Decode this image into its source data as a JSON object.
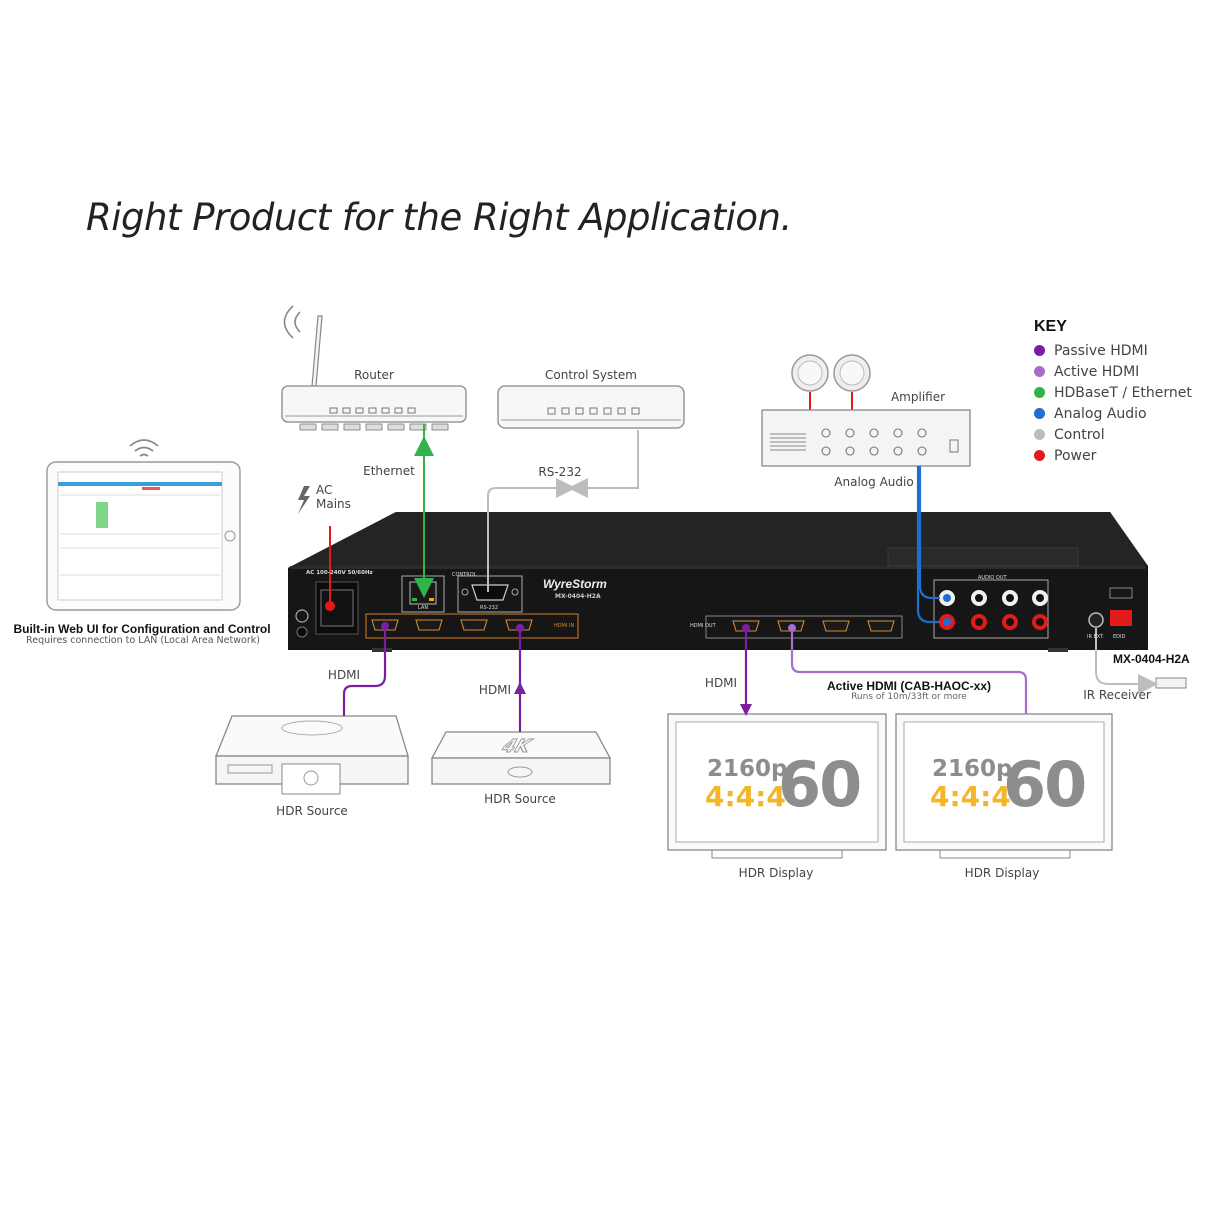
{
  "title": "Right Product for the Right Application.",
  "key": {
    "heading": "KEY",
    "items": [
      {
        "label": "Passive HDMI",
        "color": "#7b1fa2"
      },
      {
        "label": "Active HDMI",
        "color": "#a76cd0"
      },
      {
        "label": "HDBaseT / Ethernet",
        "color": "#2fb34a"
      },
      {
        "label": "Analog Audio",
        "color": "#1e6fd0"
      },
      {
        "label": "Control",
        "color": "#bdbdbd"
      },
      {
        "label": "Power",
        "color": "#e21a1a"
      }
    ]
  },
  "devices": {
    "router": "Router",
    "control_system": "Control System",
    "amplifier": "Amplifier",
    "hdr_source_1": "HDR Source",
    "hdr_source_2": "HDR Source",
    "hdr_display_1": "HDR Display",
    "hdr_display_2": "HDR Display",
    "ir_receiver": "IR Receiver"
  },
  "tablet": {
    "title": "Built-in Web UI for Configuration and Control",
    "subtitle": "Requires connection to LAN (Local Area Network)"
  },
  "connections": {
    "ethernet": "Ethernet",
    "rs232": "RS-232",
    "analog_audio": "Analog Audio",
    "ac_mains_1": "AC",
    "ac_mains_2": "Mains",
    "hdmi_in_1": "HDMI",
    "hdmi_in_2": "HDMI",
    "hdmi_out": "HDMI",
    "active_hdmi": "Active HDMI (CAB-HAOC-xx)",
    "active_hdmi_note": "Runs of 10m/33ft or more"
  },
  "matrix": {
    "brand": "WyreStorm",
    "model": "MX-0404-H2A",
    "model_callout": "MX-0404-H2A",
    "power_label": "AC 100-240V 50/60Hz",
    "lan_label": "LAN",
    "control_label": "CONTROL",
    "rs232_label": "RS-232",
    "hdmi_in_label": "HDMI IN",
    "hdmi_out_label": "HDMI OUT",
    "audio_out_label": "AUDIO OUT",
    "ir_label": "IR EXT.",
    "edid_label": "EDID"
  },
  "display_spec": {
    "resolution": "2160p",
    "chroma": "4:4:4",
    "framerate": "60"
  }
}
